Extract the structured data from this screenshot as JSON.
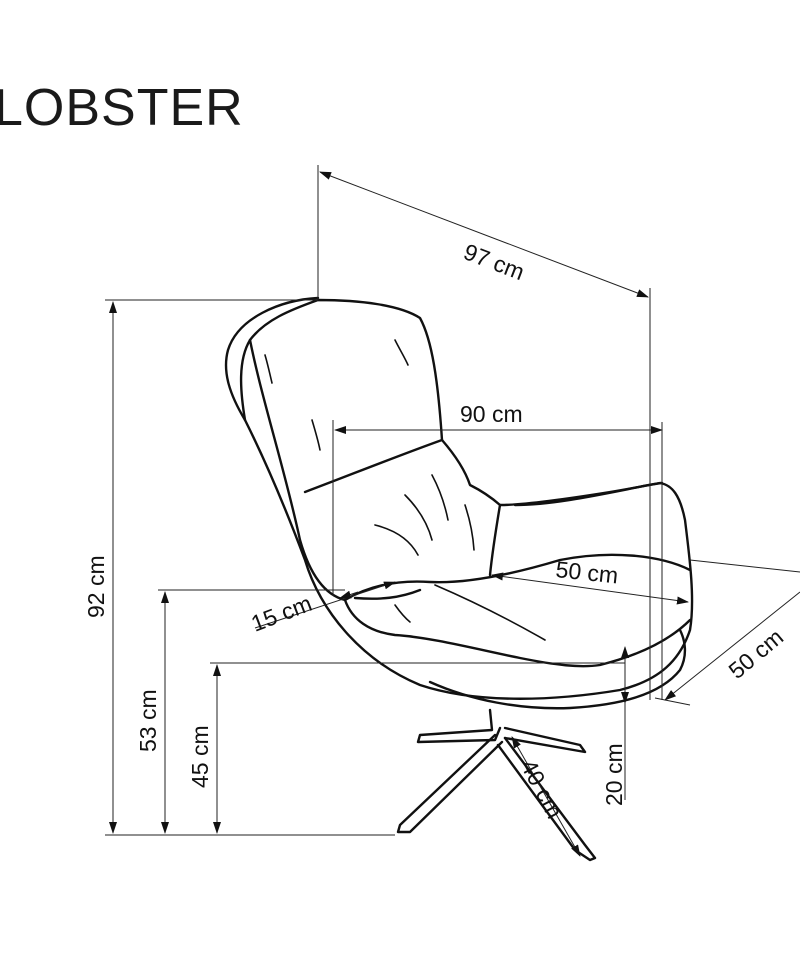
{
  "title": "LOBSTER",
  "dimensions": {
    "depth_total": "97 cm",
    "width_total": "90 cm",
    "height_total": "92 cm",
    "armrest_height": "53 cm",
    "seat_height": "45 cm",
    "seat_cushion_thickness": "15 cm",
    "seat_width": "50 cm",
    "seat_depth": "50 cm",
    "base_clearance": "20 cm",
    "base_leg": "40 cm"
  }
}
